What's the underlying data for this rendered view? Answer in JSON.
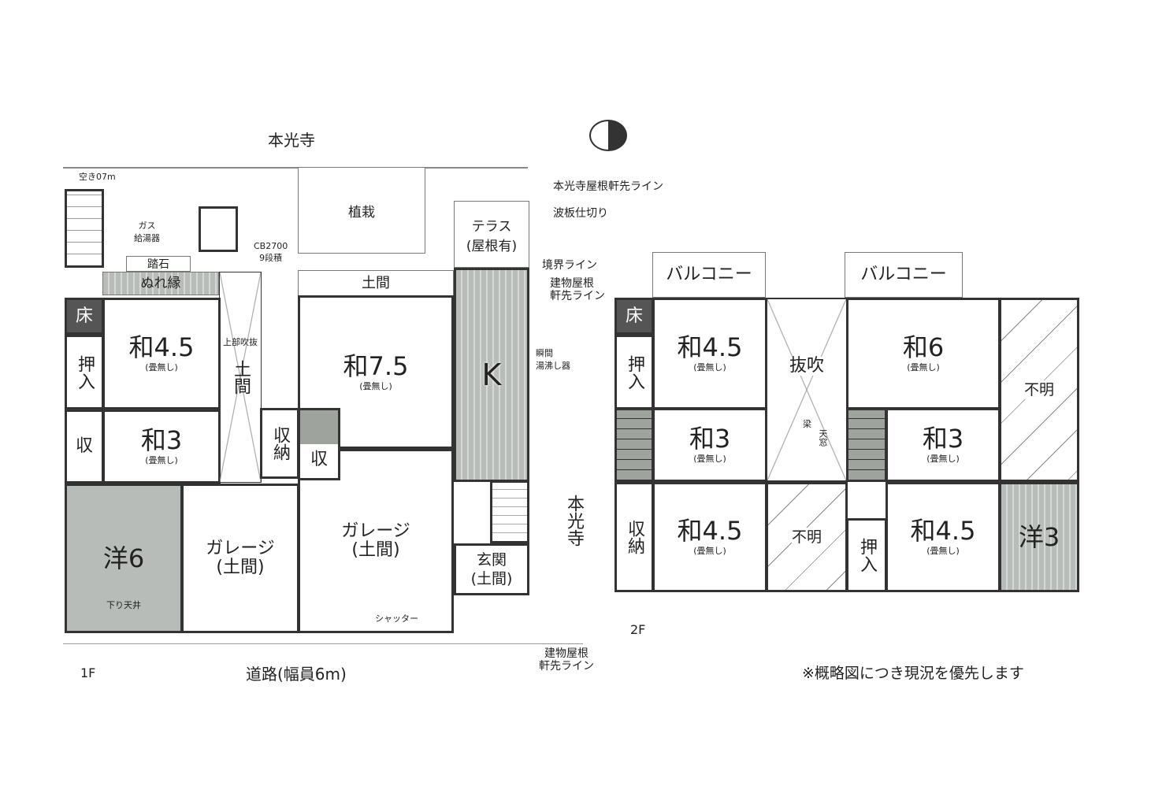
{
  "top_label": "本光寺",
  "compass": "north-arrow",
  "notes": {
    "clearance": "空き07m",
    "gas": "ガス\n給湯器",
    "cb": "CB2700\n9段積",
    "roof_line_temple": "本光寺屋根軒先ライン",
    "wave_partition": "波板仕切り",
    "boundary": "境界ライン",
    "roof_line_building": "建物屋根\n軒先ライン",
    "roof_line_building_bottom": "建物屋根\n軒先ライン",
    "instant_heater": "瞬間\n湯沸し器",
    "shutter": "シャッター",
    "lowered_ceiling": "下り天井",
    "road": "道路(幅員6m)",
    "side_temple": "本光寺",
    "void_above": "上部吹抜",
    "disclaimer": "※概略図につき現況を優先します"
  },
  "floor1": {
    "label": "1F",
    "rooms": {
      "toko": "床",
      "oshiire": "押入",
      "wa45": "和4.5",
      "wa45_sub": "(畳無し)",
      "wa3": "和3",
      "wa3_sub": "(畳無し)",
      "shu": "収",
      "you6": "洋6",
      "garage1": "ガレージ",
      "garage1_sub": "(土間)",
      "doma_col": "土間",
      "shuno": "収納",
      "shu2": "収",
      "wa75": "和7.5",
      "wa75_sub": "(畳無し)",
      "garage2": "ガレージ",
      "garage2_sub": "(土間)",
      "doma": "土間",
      "kitchen": "K",
      "genkan": "玄関",
      "genkan_sub": "(土間)",
      "terrace": "テラス",
      "terrace_sub": "(屋根有)",
      "planting": "植栽",
      "nureen": "ぬれ縁",
      "fumiishi": "踏石"
    }
  },
  "floor2": {
    "label": "2F",
    "rooms": {
      "balcony1": "バルコニー",
      "balcony2": "バルコニー",
      "toko": "床",
      "oshiire": "押入",
      "wa45a": "和4.5",
      "wa45a_sub": "(畳無し)",
      "fukinuke": "抜吹",
      "beam": "梁",
      "skylight": "天窓",
      "wa6": "和6",
      "wa6_sub": "(畳無し)",
      "unknown1": "不明",
      "wa3a": "和3",
      "wa3a_sub": "(畳無し)",
      "wa3b": "和3",
      "wa3b_sub": "(畳無し)",
      "shuno": "収納",
      "wa45b": "和4.5",
      "wa45b_sub": "(畳無し)",
      "unknown2": "不明",
      "oshiire2": "押入",
      "wa45c": "和4.5",
      "wa45c_sub": "(畳無し)",
      "you3": "洋3"
    }
  }
}
